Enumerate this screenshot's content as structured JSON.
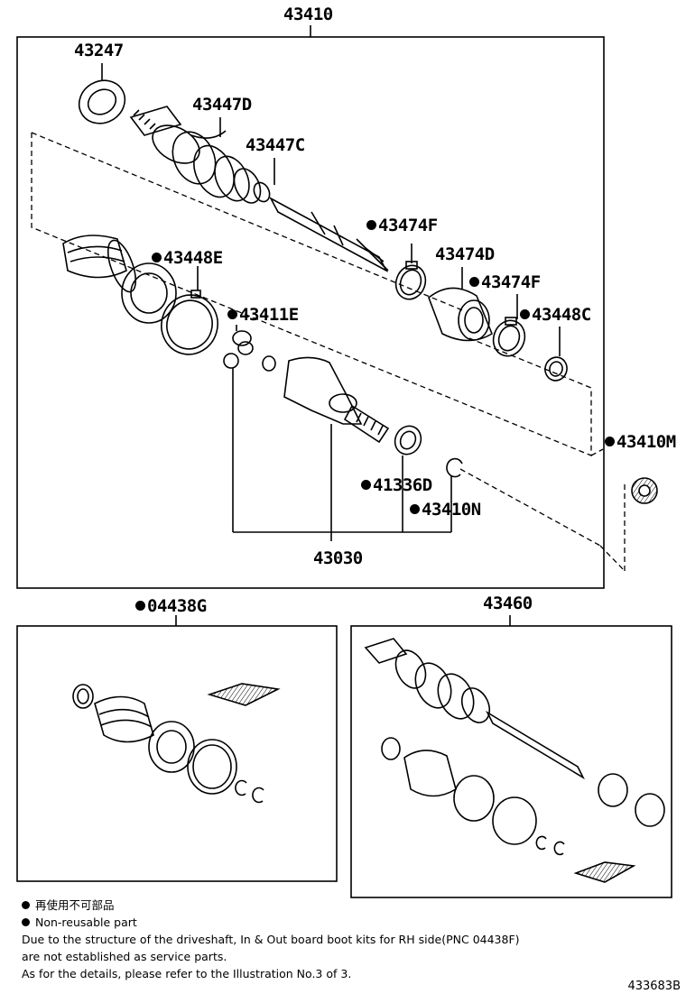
{
  "callouts": {
    "p43410": {
      "text": "43410",
      "non_reusable": false
    },
    "p43247": {
      "text": "43247",
      "non_reusable": false
    },
    "p43447D": {
      "text": "43447D",
      "non_reusable": false
    },
    "p43447C": {
      "text": "43447C",
      "non_reusable": false
    },
    "p43474F_a": {
      "text": "43474F",
      "non_reusable": true
    },
    "p43474D": {
      "text": "43474D",
      "non_reusable": false
    },
    "p43474F_b": {
      "text": "43474F",
      "non_reusable": true
    },
    "p43448E": {
      "text": "43448E",
      "non_reusable": true
    },
    "p43448C": {
      "text": "43448C",
      "non_reusable": true
    },
    "p43411E": {
      "text": "43411E",
      "non_reusable": true
    },
    "p43410M": {
      "text": "43410M",
      "non_reusable": true
    },
    "p41336D": {
      "text": "41336D",
      "non_reusable": true
    },
    "p43410N": {
      "text": "43410N",
      "non_reusable": true
    },
    "p43030": {
      "text": "43030",
      "non_reusable": false
    },
    "p04438G": {
      "text": "04438G",
      "non_reusable": true
    },
    "p43460": {
      "text": "43460",
      "non_reusable": false
    }
  },
  "notes": {
    "legend_cjk": "再使用不可部品",
    "legend_en": "Non-reusable part",
    "line1": "Due to the structure of the driveshaft, In & Out board boot kits for RH side(PNC 04438F)",
    "line2": "are not established as service parts.",
    "line3": "As for the details, please refer to the Illustration No.3 of 3."
  },
  "illustration_number": "433683B"
}
